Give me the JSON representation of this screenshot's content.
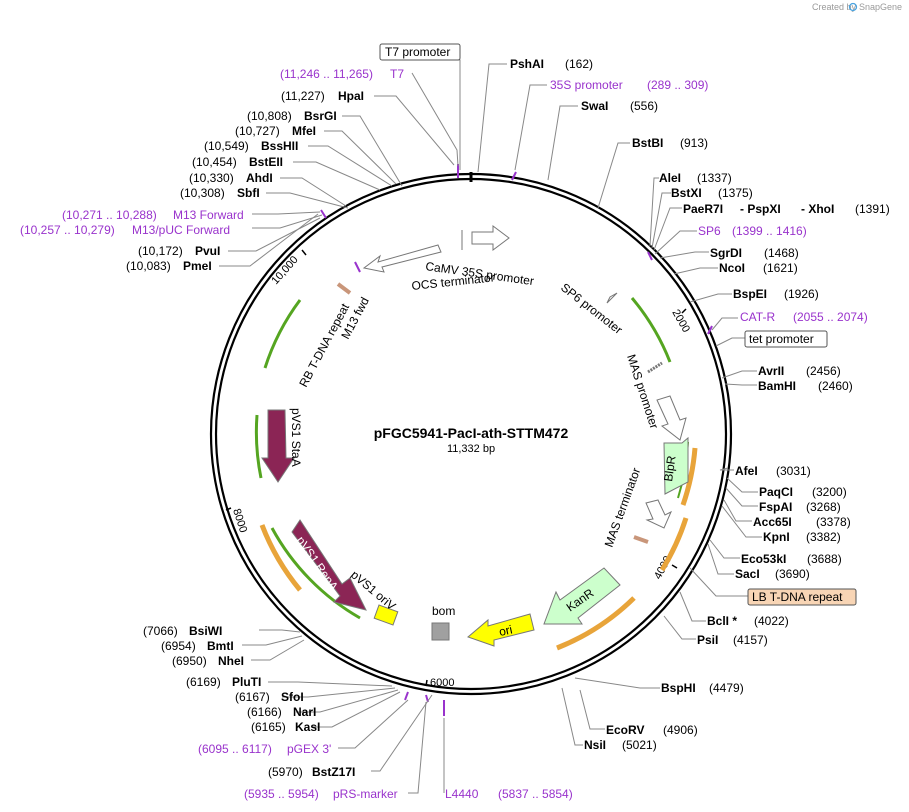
{
  "credit": {
    "prefix": "Created by",
    "brand": "SnapGene"
  },
  "plasmid": {
    "name": "pFGC5941-PacI-ath-STTM472",
    "length": "11,332 bp"
  },
  "ticks": [
    "10,000",
    "2000",
    "4000",
    "6000",
    "8000"
  ],
  "colors": {
    "primer": "#9933cc",
    "green": "#55a521",
    "orange": "#e8a43a",
    "repA": "#8b2555",
    "staA": "#8b2555",
    "ori": "#ffff00",
    "kanR": "#ccffcc",
    "bipR": "#ccffcc",
    "bom": "#a0a0a0",
    "pvs1ori": "#ffff00",
    "promoterBox": "#ffffff",
    "ltdna": "#f8d5b5"
  },
  "enzymes": [
    {
      "name": "PshAI",
      "pos": "(162)"
    },
    {
      "name": "SwaI",
      "pos": "(556)"
    },
    {
      "name": "BstBI",
      "pos": "(913)"
    },
    {
      "name": "AleI",
      "pos": "(1337)"
    },
    {
      "name": "BstXI",
      "pos": "(1375)"
    },
    {
      "name": "PaeR7I",
      "pos": ""
    },
    {
      "name": "- PspXI",
      "pos": ""
    },
    {
      "name": "- XhoI",
      "pos": "(1391)"
    },
    {
      "name": "SgrDI",
      "pos": "(1468)"
    },
    {
      "name": "NcoI",
      "pos": "(1621)"
    },
    {
      "name": "BspEI",
      "pos": "(1926)"
    },
    {
      "name": "AvrII",
      "pos": "(2456)"
    },
    {
      "name": "BamHI",
      "pos": "(2460)"
    },
    {
      "name": "AfeI",
      "pos": "(3031)"
    },
    {
      "name": "PaqCI",
      "pos": "(3200)"
    },
    {
      "name": "FspAI",
      "pos": "(3268)"
    },
    {
      "name": "Acc65I",
      "pos": "(3378)"
    },
    {
      "name": "KpnI",
      "pos": "(3382)"
    },
    {
      "name": "Eco53kI",
      "pos": "(3688)"
    },
    {
      "name": "SacI",
      "pos": "(3690)"
    },
    {
      "name": "BclI *",
      "pos": "(4022)"
    },
    {
      "name": "PsiI",
      "pos": "(4157)"
    },
    {
      "name": "BspHI",
      "pos": "(4479)"
    },
    {
      "name": "EcoRV",
      "pos": "(4906)"
    },
    {
      "name": "NsiI",
      "pos": "(5021)"
    },
    {
      "name": "BstZ17I",
      "pos": "(5970)"
    },
    {
      "name": "KasI",
      "pos": "(6165)"
    },
    {
      "name": "NarI",
      "pos": "(6166)"
    },
    {
      "name": "SfoI",
      "pos": "(6167)"
    },
    {
      "name": "PluTI",
      "pos": "(6169)"
    },
    {
      "name": "NheI",
      "pos": "(6950)"
    },
    {
      "name": "BmtI",
      "pos": "(6954)"
    },
    {
      "name": "BsiWI",
      "pos": "(7066)"
    },
    {
      "name": "PmeI",
      "pos": "(10,083)"
    },
    {
      "name": "PvuI",
      "pos": "(10,172)"
    },
    {
      "name": "SbfI",
      "pos": "(10,308)"
    },
    {
      "name": "AhdI",
      "pos": "(10,330)"
    },
    {
      "name": "BstEII",
      "pos": "(10,454)"
    },
    {
      "name": "BssHII",
      "pos": "(10,549)"
    },
    {
      "name": "MfeI",
      "pos": "(10,727)"
    },
    {
      "name": "BsrGI",
      "pos": "(10,808)"
    },
    {
      "name": "HpaI",
      "pos": "(11,227)"
    }
  ],
  "primers": [
    {
      "name": "T7",
      "pos": "(11,246 .. 11,265)"
    },
    {
      "name": "35S promoter",
      "pos": "(289 .. 309)"
    },
    {
      "name": "SP6",
      "pos": "(1399 .. 1416)"
    },
    {
      "name": "CAT-R",
      "pos": "(2055 .. 2074)"
    },
    {
      "name": "M13 Forward",
      "pos": "(10,271 .. 10,288)"
    },
    {
      "name": "M13/pUC Forward",
      "pos": "(10,257 .. 10,279)"
    },
    {
      "name": "pGEX 3'",
      "pos": "(6095 .. 6117)"
    },
    {
      "name": "pRS-marker",
      "pos": "(5935 .. 5954)"
    },
    {
      "name": "L4440",
      "pos": "(5837 .. 5854)"
    }
  ],
  "boxed": {
    "t7_promoter": "T7 promoter",
    "tet_promoter": "tet promoter",
    "lb_tdna": "LB T-DNA repeat"
  },
  "features": {
    "camv": "CaMV 35S promoter",
    "ocs": "OCS terminator",
    "sp6p": "SP6 promoter",
    "masp": "MAS promoter",
    "bipr": "BlpR",
    "mast": "MAS terminator",
    "kanr": "KanR",
    "ori": "ori",
    "bom": "bom",
    "pvs1ori": "pVS1 oriV",
    "repa": "pVS1 RepA",
    "staa": "pVS1 StaA",
    "rb": "RB T-DNA repeat",
    "m13fwd": "M13 fwd"
  }
}
